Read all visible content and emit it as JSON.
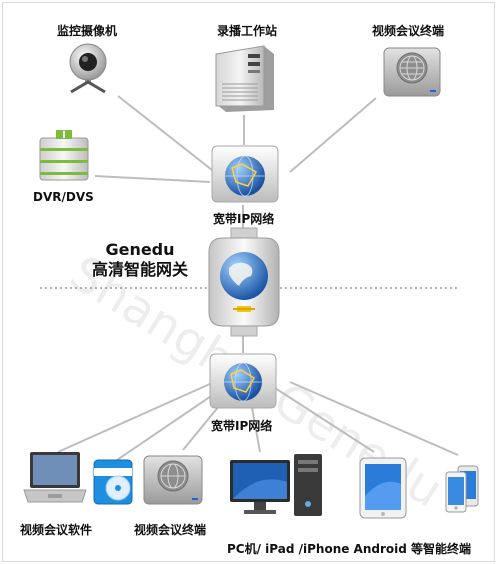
{
  "top_devices": {
    "camera_label": "监控摄像机",
    "recording_label": "录播工作站",
    "video_conf_top_label": "视频会议终端",
    "dvr_label": "DVR/DVS"
  },
  "network_top_label": "宽带IP网络",
  "gateway": {
    "name": "Genedu",
    "subtitle": "高清智能网关"
  },
  "network_bottom_label": "宽带IP网络",
  "bottom_devices": {
    "software_label": "视频会议软件",
    "video_conf_bottom_label": "视频会议终端",
    "terminals_label": "PC机/ iPad /iPhone Android 等智能终端"
  },
  "watermark_text": "Shanghai Genedu",
  "colors": {
    "line": "#bdbdbd",
    "globe": "#2f6fc0",
    "device_silver": "#c9c9c9",
    "screen_blue": "#1f5fb4"
  },
  "icons": [
    "webcam-icon",
    "workstation-icon",
    "video-terminal-icon",
    "dvr-icon",
    "network-globe-icon",
    "gateway-icon",
    "laptop-icon",
    "software-disc-icon",
    "pc-icon",
    "tablet-icon",
    "phone-icon"
  ]
}
